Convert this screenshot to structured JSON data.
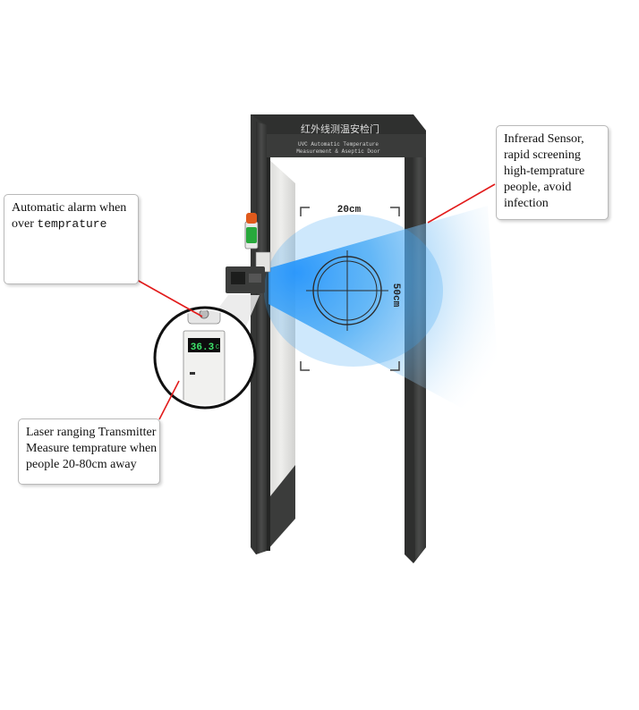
{
  "callouts": {
    "alarm": {
      "line1": "Automatic alarm when",
      "line2_a": "over ",
      "line2_b": "temprature"
    },
    "infrared": {
      "lines": [
        "Infrerad Sensor,",
        "rapid screening",
        "high-temprature",
        "people, avoid",
        "infection"
      ]
    },
    "laser": {
      "lines": [
        "Laser ranging Transmitter",
        "Measure temprature when",
        "people 20-80cm away"
      ]
    }
  },
  "door": {
    "header_cn": "红外线测温安检门",
    "header_en_1": "UVC Automatic Temperature",
    "header_en_2": "Measurement & Aseptic Door"
  },
  "sensing_zone": {
    "width_label": "20cm",
    "height_label": "50cm"
  },
  "device": {
    "reading": "36.3",
    "unit_glyph": "C"
  },
  "colors": {
    "frame": "#3a3b3a",
    "panel": "#e3e3e1",
    "header": "#2f302f",
    "beam": "#2a9df4",
    "leader": "#e21b1b",
    "display_digits": "#3de46a"
  }
}
